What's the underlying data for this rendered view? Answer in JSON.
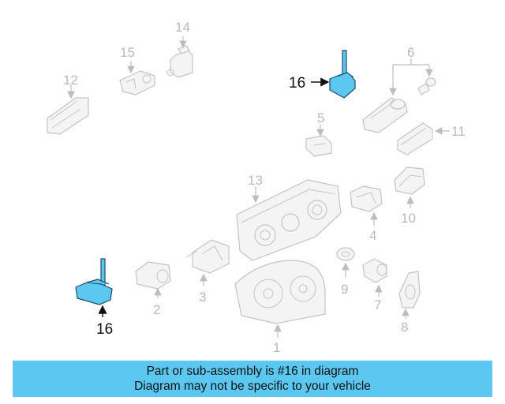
{
  "callouts": {
    "c1": "1",
    "c2": "2",
    "c3": "3",
    "c4": "4",
    "c5": "5",
    "c6": "6",
    "c7": "7",
    "c8": "8",
    "c9": "9",
    "c10": "10",
    "c11": "11",
    "c12": "12",
    "c13": "13",
    "c14": "14",
    "c15": "15",
    "c16a": "16",
    "c16b": "16"
  },
  "banner": {
    "line1": "Part or sub-assembly is #16 in diagram",
    "line2": "Diagram may not be specific to your vehicle"
  },
  "colors": {
    "highlight": "#5cc8f2",
    "banner": "#5cc8f2",
    "outline": "#c4c4c4"
  }
}
